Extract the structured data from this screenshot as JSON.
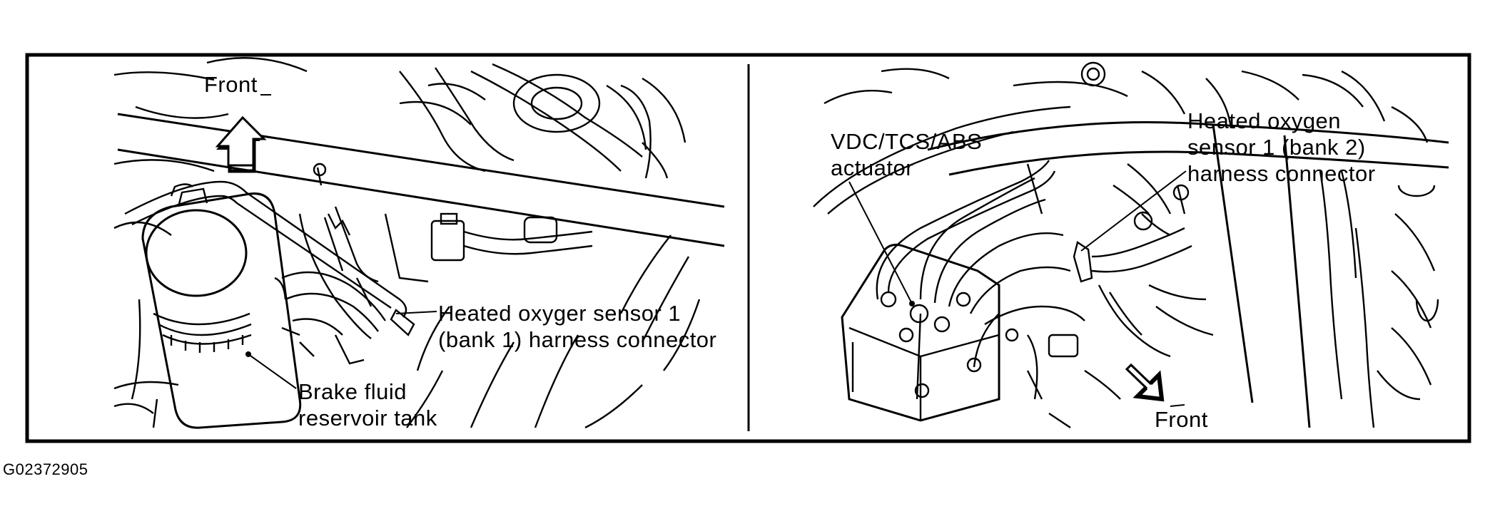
{
  "figure_id": "G02372905",
  "left_panel": {
    "front_label": "Front",
    "sensor_label": {
      "line1": "Heated oxyger sensor 1",
      "line2": "(bank 1) harness connector"
    },
    "reservoir_label": {
      "line1": "Brake fluid",
      "line2": "reservoir tank"
    }
  },
  "right_panel": {
    "actuator_label": {
      "line1": "VDC/TCS/ABS",
      "line2": "actuator"
    },
    "sensor_label": {
      "line1": "Heated oxygen",
      "line2": "sensor 1 (bank 2)",
      "line3": "harness connector"
    },
    "front_label": "Front"
  },
  "colors": {
    "ink": "#000000",
    "paper": "#ffffff"
  }
}
